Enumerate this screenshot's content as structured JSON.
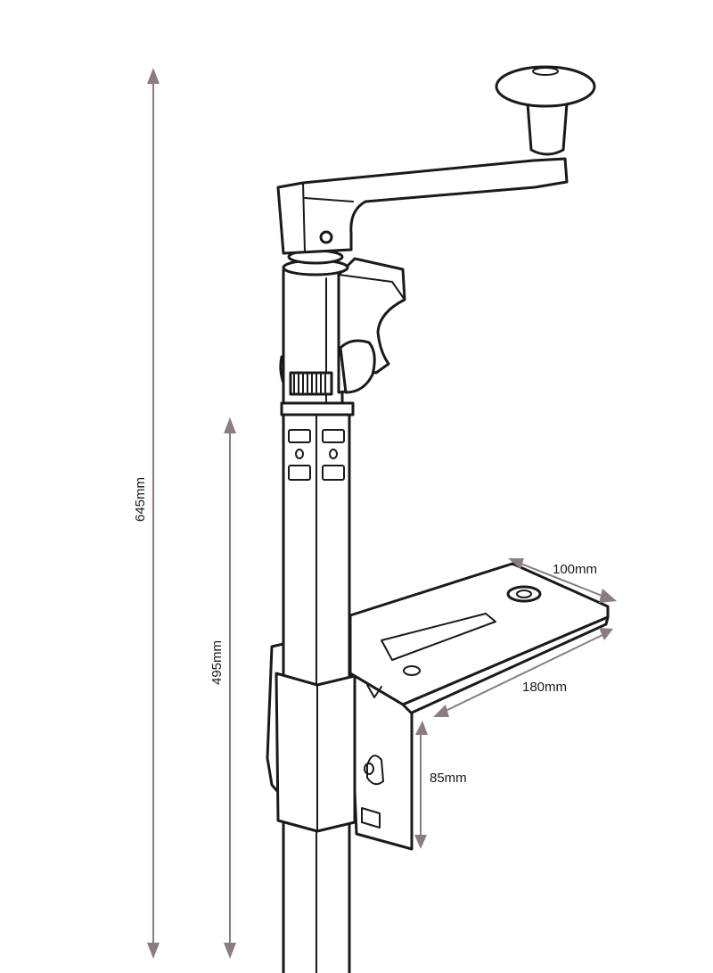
{
  "dimensions": {
    "overall_height": "645mm",
    "pole_height": "495mm",
    "plate_width": "100mm",
    "plate_length": "180mm",
    "bracket_height": "85mm"
  },
  "colors": {
    "ink": "#1a1a1a",
    "dimension": "#8c7b82",
    "background": "#ffffff"
  }
}
